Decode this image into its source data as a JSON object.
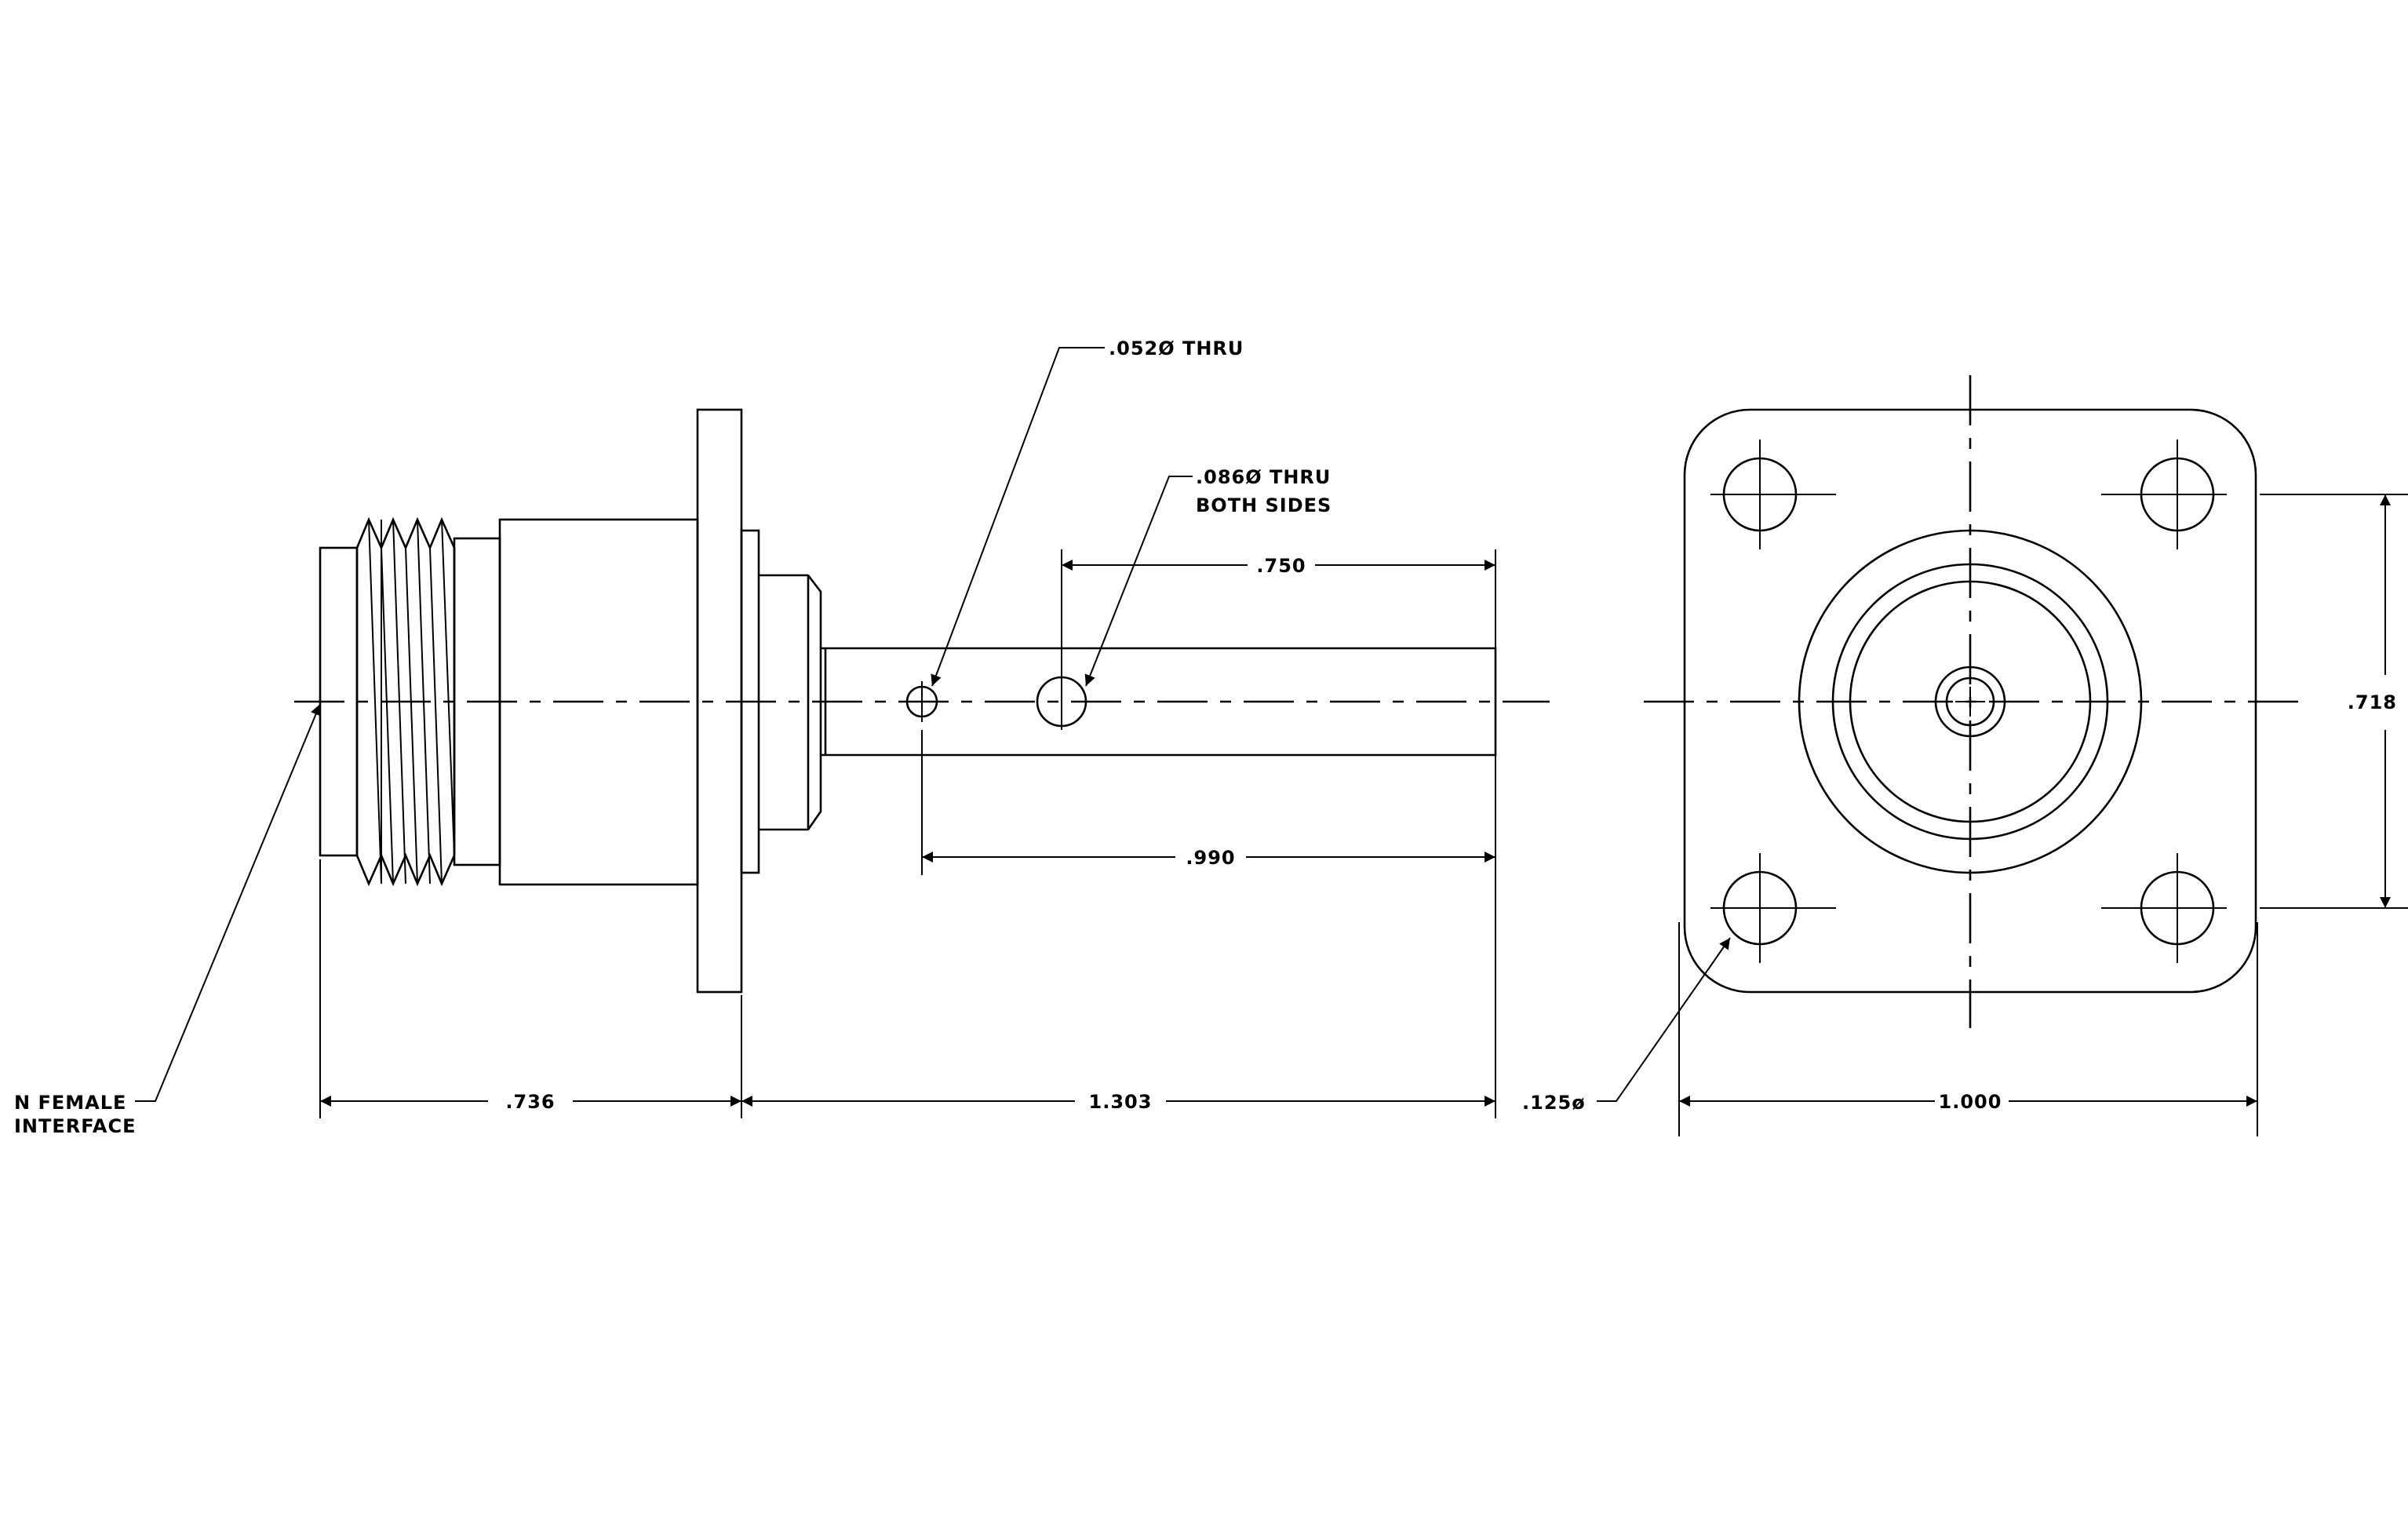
{
  "labels": {
    "hole_small": ".052Ø THRU",
    "hole_large_line1": ".086Ø THRU",
    "hole_large_line2": "BOTH SIDES",
    "interface_line1": "N FEMALE",
    "interface_line2": "INTERFACE",
    "mount_hole": ".125ø"
  },
  "dimensions": {
    "pin_to_hole": ".750",
    "hole_to_end": ".990",
    "front_length": ".736",
    "rear_length": "1.303",
    "hole_spacing": ".718",
    "flange_width": "1.000"
  }
}
